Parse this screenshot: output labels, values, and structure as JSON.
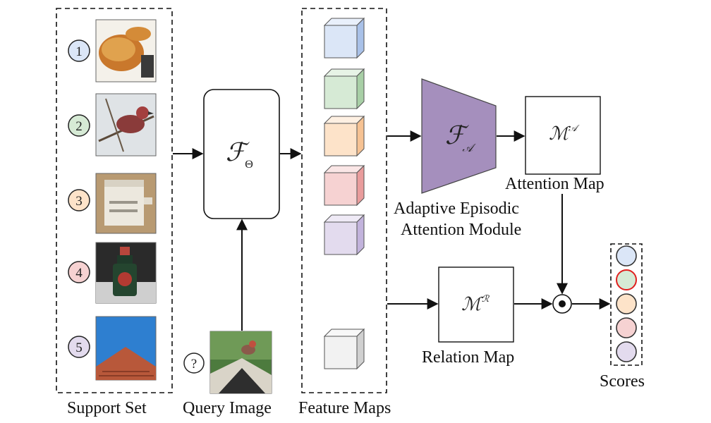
{
  "labels": {
    "support_set": "Support Set",
    "query_image": "Query Image",
    "feature_maps": "Feature Maps",
    "attention_map": "Attention Map",
    "module_line1": "Adaptive Episodic",
    "module_line2": "Attention Module",
    "relation_map": "Relation Map",
    "scores": "Scores"
  },
  "symbols": {
    "backbone_main": "ℱ",
    "backbone_sub": "Θ",
    "module_main": "ℱ",
    "module_sub": "𝒜",
    "attention_main": "ℳ",
    "attention_sup": "𝒜",
    "relation_main": "ℳ",
    "relation_sup": "ℛ",
    "query_mark": "?"
  },
  "support_items": [
    {
      "number": "1",
      "color": "#dbe6f7",
      "image": "bread"
    },
    {
      "number": "2",
      "color": "#d6ead5",
      "image": "bird-on-branch"
    },
    {
      "number": "3",
      "color": "#fde3c9",
      "image": "photocopier"
    },
    {
      "number": "4",
      "color": "#f6d2d2",
      "image": "bottle"
    },
    {
      "number": "5",
      "color": "#e3dbee",
      "image": "roof"
    }
  ],
  "query_item": {
    "image": "bird-on-roof"
  },
  "feature_cubes": [
    {
      "front": "#dbe6f7",
      "side": "#a9c1e8",
      "top": "#e9f0fb"
    },
    {
      "front": "#d6ead5",
      "side": "#a8cfa6",
      "top": "#e7f3e6"
    },
    {
      "front": "#fde3c9",
      "side": "#f6c293",
      "top": "#fef0e2"
    },
    {
      "front": "#f6d2d2",
      "side": "#e99c9c",
      "top": "#fae6e6"
    },
    {
      "front": "#e3dbee",
      "side": "#c2b3dc",
      "top": "#efeaf6"
    },
    {
      "front": "#f2f2f2",
      "side": "#d0d0d0",
      "top": "#f8f8f8"
    }
  ],
  "scores": [
    {
      "fill": "#dbe6f7",
      "stroke": "#333333"
    },
    {
      "fill": "#d6ead5",
      "stroke": "#e0201f"
    },
    {
      "fill": "#fde3c9",
      "stroke": "#333333"
    },
    {
      "fill": "#f6d2d2",
      "stroke": "#333333"
    },
    {
      "fill": "#e3dbee",
      "stroke": "#333333"
    }
  ],
  "colors": {
    "module_fill": "#a58fbd",
    "line": "#111111",
    "highlight": "#e0201f"
  },
  "operator": "⊙"
}
